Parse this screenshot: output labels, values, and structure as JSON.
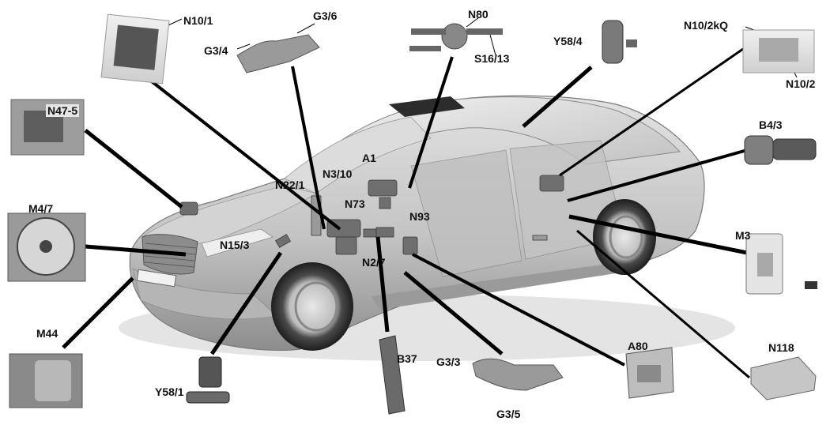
{
  "labels": {
    "n10_1": "N10/1",
    "g3_6": "G3/6",
    "g3_4": "G3/4",
    "n80": "N80",
    "s16_13": "S16/13",
    "y58_4": "Y58/4",
    "n10_2kq": "N10/2kQ",
    "n10_2": "N10/2",
    "n47_5": "N47-5",
    "b4_3": "B4/3",
    "a1": "A1",
    "n22_1": "N22/1",
    "n3_10": "N3/10",
    "n73": "N73",
    "n93": "N93",
    "m4_7": "M4/7",
    "n15_3": "N15/3",
    "n2_7": "N2/7",
    "m3": "M3",
    "m44": "M44",
    "b37": "B37",
    "g3_3": "G3/3",
    "a80": "A80",
    "n118": "N118",
    "y58_1": "Y58/1",
    "g3_5": "G3/5"
  },
  "colors": {
    "car_body": "#c9c9c9",
    "car_shade": "#9e9e9e",
    "leader": "#000000",
    "component": "#6f6f6f",
    "panel": "#e6e6e6"
  }
}
